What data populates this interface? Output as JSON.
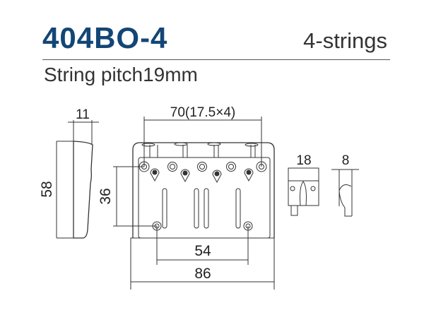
{
  "header": {
    "model": "404BO-4",
    "strings": "4-strings",
    "spec": "String pitch19mm"
  },
  "colors": {
    "title": "#134676",
    "line": "#333333"
  },
  "dimensions": {
    "side_width": "11",
    "height": "58",
    "string_span": "70(17.5×4)",
    "mount_vertical": "36",
    "mount_horizontal": "54",
    "overall_width": "86",
    "saddle_width": "18",
    "saddle_depth": "8"
  }
}
